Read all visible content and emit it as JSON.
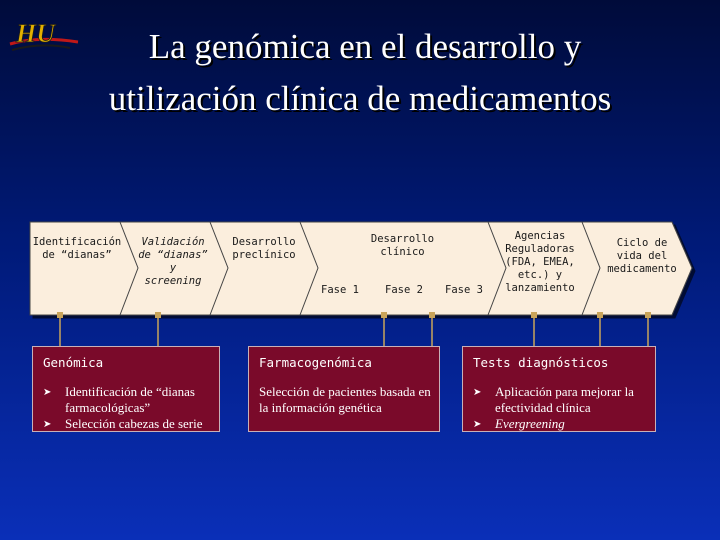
{
  "title": {
    "line1": "La genómica en el desarrollo y",
    "line2": "utilización clínica de medicamentos"
  },
  "logo": {
    "text": "HU",
    "colors": [
      "#1a1a1a",
      "#e2b000",
      "#c01818"
    ]
  },
  "stages": {
    "identificacion": "Identificación\nde “dianas”",
    "validacion": "Validación\nde “dianas”\ny\nscreening",
    "preclinico": "Desarrollo\npreclínico",
    "clinico": "Desarrollo\nclínico",
    "fase1": "Fase 1",
    "fase2": "Fase 2",
    "fase3": "Fase 3",
    "agencias": "Agencias\nReguladoras\n(FDA, EMEA,\netc.) y\nlanzamiento",
    "ciclo": "Ciclo de\nvida del\nmedicamento"
  },
  "panels": {
    "genomica": {
      "title": "Genómica",
      "bullets": [
        "Identificación de “dianas farmacológicas”",
        "Selección cabezas de serie"
      ]
    },
    "farmaco": {
      "title": "Farmacogenómica",
      "text": "Selección de pacientes basada en la información genética"
    },
    "tests": {
      "title": "Tests diagnósticos",
      "bullets": [
        "Aplicación para mejorar la efectividad clínica",
        "Evergreening"
      ]
    }
  },
  "colors": {
    "arrow_fill": "#fbeedd",
    "panel": "#7a0a2a",
    "connector": "#c9a45a"
  }
}
